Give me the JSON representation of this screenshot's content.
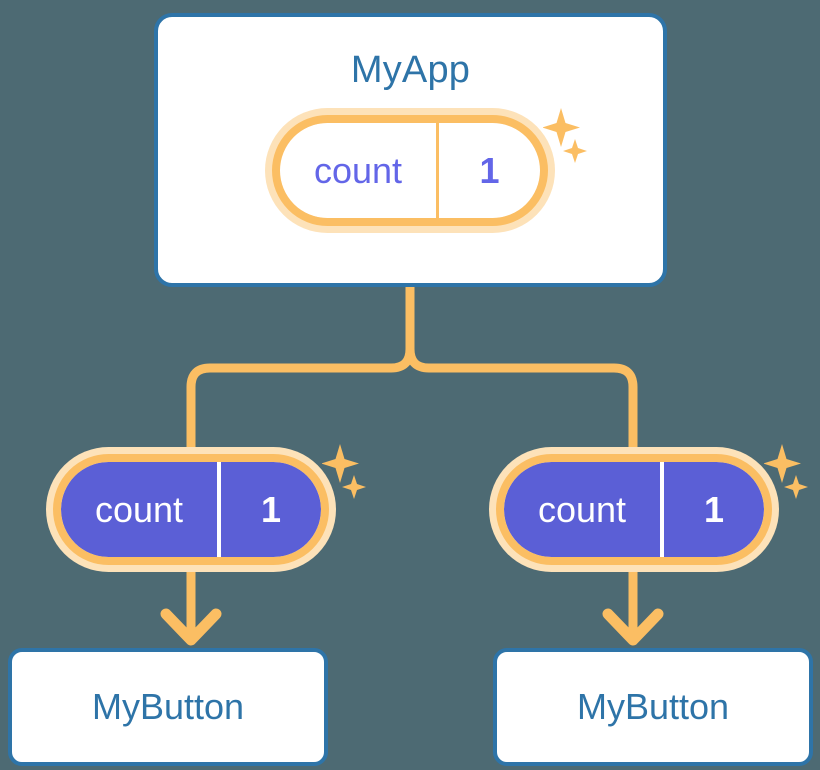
{
  "diagram": {
    "title_node": {
      "label": "MyApp",
      "state": {
        "key": "count",
        "value": "1"
      }
    },
    "children": [
      {
        "state": {
          "key": "count",
          "value": "1"
        },
        "label": "MyButton"
      },
      {
        "state": {
          "key": "count",
          "value": "1"
        },
        "label": "MyButton"
      }
    ],
    "icons": {
      "sparkle_large": "sparkle-icon",
      "sparkle_small": "sparkle-icon",
      "arrow_down": "arrow-down-icon",
      "branch_connector": "tree-branch-connector"
    },
    "colors": {
      "background": "#4d6a73",
      "card_border": "#2e74a8",
      "card_text": "#2e74a8",
      "card_fill": "#ffffff",
      "pill_ring": "#fbbe63",
      "pill_halo": "#fde2b9",
      "pill_solid_fill": "#5b5fd6",
      "pill_light_text": "#6366e8",
      "pill_solid_text": "#ffffff",
      "connector": "#fbbe63"
    }
  }
}
